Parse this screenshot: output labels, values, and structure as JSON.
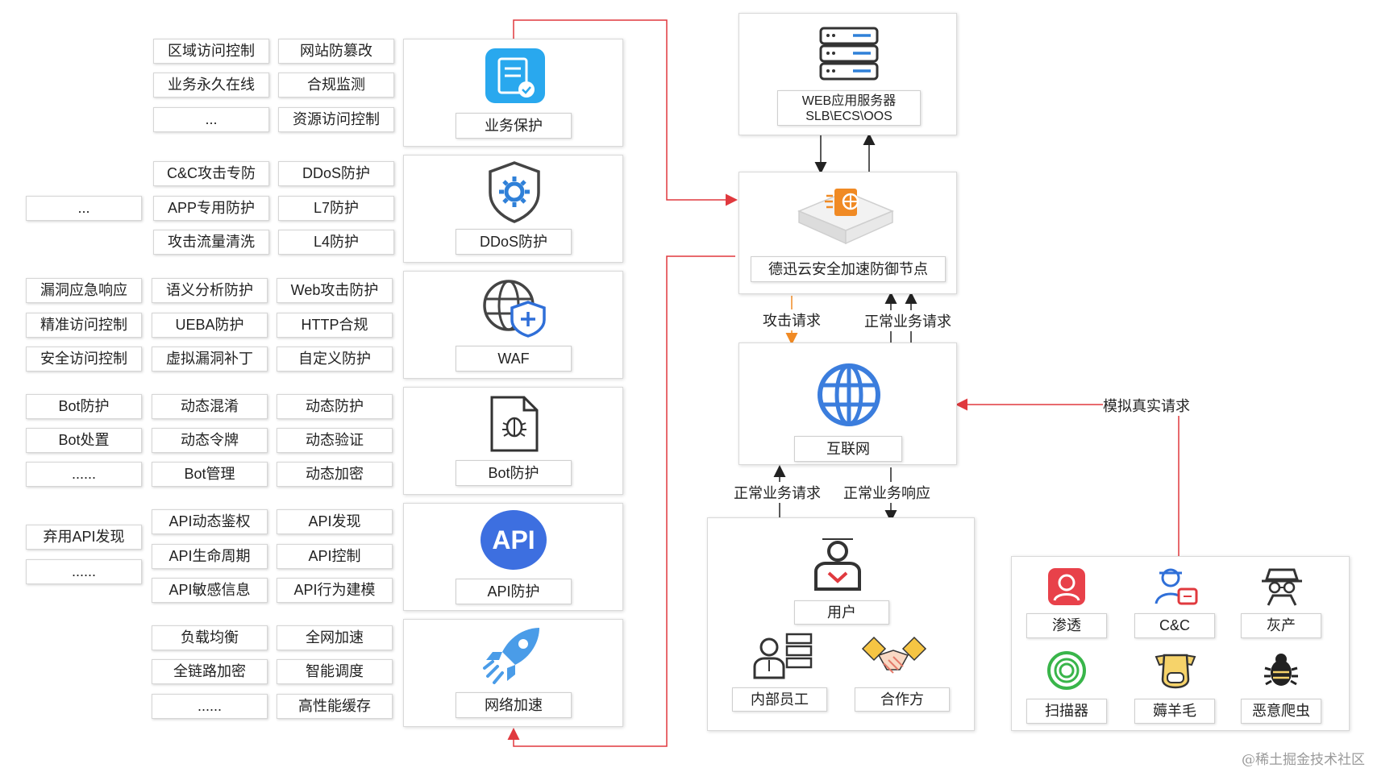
{
  "left_groups": {
    "business": [
      "区域访问控制",
      "网站防篡改",
      "业务永久在线",
      "合规监测",
      "...",
      "资源访问控制"
    ],
    "ddos": [
      "C&C攻击专防",
      "DDoS防护",
      "...",
      "APP专用防护",
      "L7防护",
      "攻击流量清洗",
      "L4防护"
    ],
    "waf": [
      "漏洞应急响应",
      "语义分析防护",
      "Web攻击防护",
      "精准访问控制",
      "UEBA防护",
      "HTTP合规",
      "安全访问控制",
      "虚拟漏洞补丁",
      "自定义防护"
    ],
    "bot": [
      "Bot防护",
      "动态混淆",
      "动态防护",
      "Bot处置",
      "动态令牌",
      "动态验证",
      "......",
      "Bot管理",
      "动态加密"
    ],
    "api": [
      "API动态鉴权",
      "API发现",
      "弃用API发现",
      "API生命周期",
      "API控制",
      "......",
      "API敏感信息",
      "API行为建模"
    ],
    "network": [
      "负载均衡",
      "全网加速",
      "全链路加密",
      "智能调度",
      "......",
      "高性能缓存"
    ]
  },
  "panels": {
    "business": "业务保护",
    "ddos": "DDoS防护",
    "waf": "WAF",
    "bot": "Bot防护",
    "api": "API防护",
    "api_icon_text": "API",
    "network": "网络加速"
  },
  "server": {
    "line1": "WEB应用服务器",
    "line2": "SLB\\ECS\\OOS"
  },
  "node": {
    "label": "德迅云安全加速防御节点"
  },
  "internet": {
    "label": "互联网"
  },
  "flows": {
    "attack": "攻击请求",
    "normal_request_top": "正常业务请求",
    "normal_request_bottom": "正常业务请求",
    "normal_response": "正常业务响应",
    "simulated": "模拟真实请求"
  },
  "users": {
    "user": "用户",
    "staff": "内部员工",
    "partner": "合作方"
  },
  "threats": [
    "渗透",
    "C&C",
    "灰产",
    "扫描器",
    "薅羊毛",
    "恶意爬虫"
  ],
  "watermark": "@稀土掘金技术社区",
  "colors": {
    "red_line": "#e0393e",
    "orange_arrow": "#f08a24",
    "blue": "#3b7ddd"
  }
}
